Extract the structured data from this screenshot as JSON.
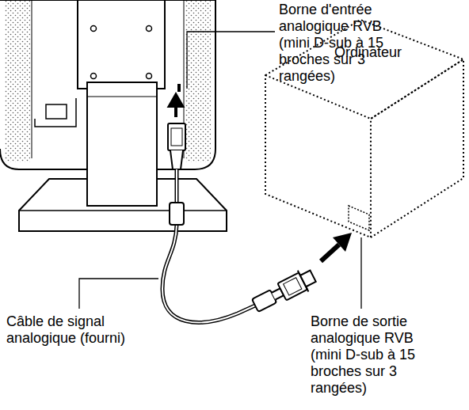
{
  "diagram": {
    "nodes": [
      {
        "text": [
          "Ordinateur"
        ]
      }
    ],
    "labels": [
      "Borne d'entrée analogique RVB (mini D-sub à 15 broches sur 3 rangées)",
      "Câble de signal analogique (fourni)",
      "Borne de sortie analogique RVB (mini D-sub à 15 broches sur 3 rangées)"
    ]
  }
}
